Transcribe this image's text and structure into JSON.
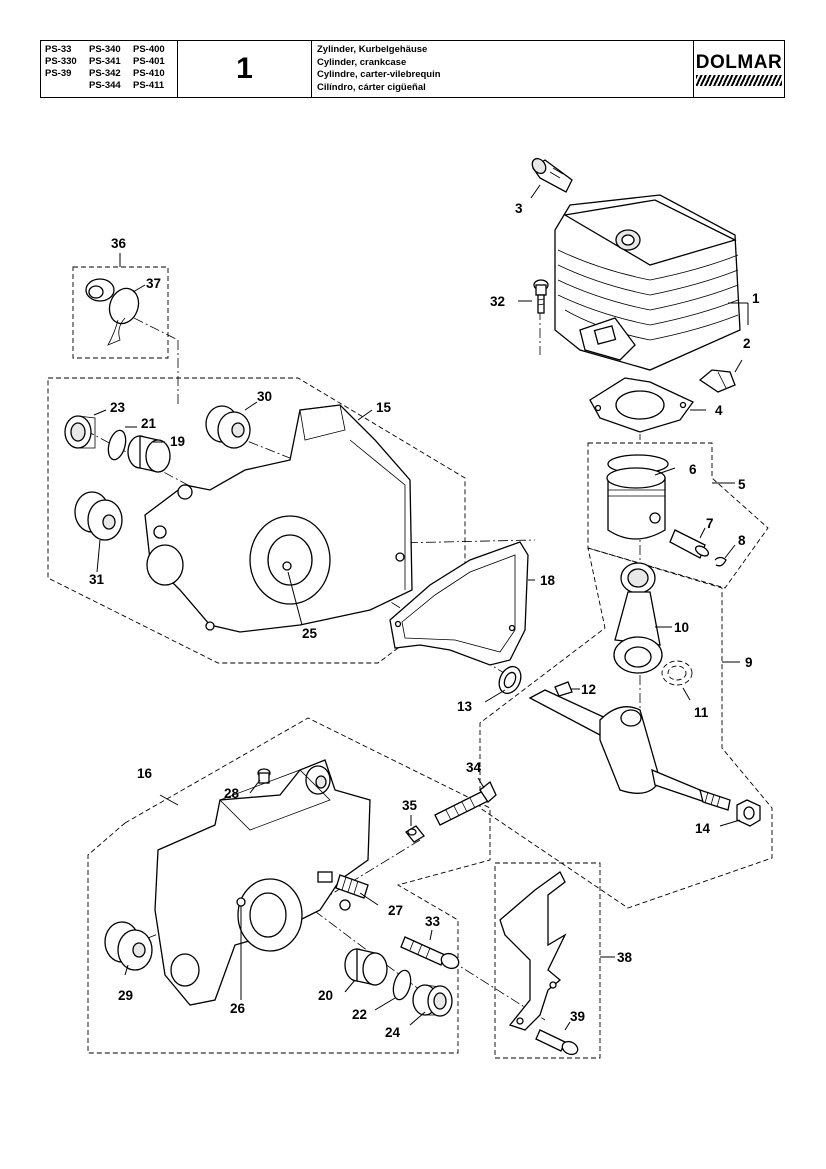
{
  "header": {
    "models": [
      [
        "PS-33",
        "PS-340",
        "PS-400"
      ],
      [
        "PS-330",
        "PS-341",
        "PS-401"
      ],
      [
        "PS-39",
        "PS-342",
        "PS-410"
      ],
      [
        "",
        "PS-344",
        "PS-411"
      ]
    ],
    "page_number": "1",
    "titles": [
      "Zylinder, Kurbelgehäuse",
      "Cylinder, crankcase",
      "Cylindre, carter-vilebrequin",
      "Cilíndro, cárter cigüeñal"
    ],
    "brand": "DOLMAR"
  },
  "callouts": [
    "1",
    "2",
    "3",
    "4",
    "5",
    "6",
    "7",
    "8",
    "9",
    "10",
    "11",
    "12",
    "13",
    "14",
    "15",
    "16",
    "18",
    "19",
    "20",
    "21",
    "22",
    "23",
    "24",
    "25",
    "26",
    "27",
    "28",
    "29",
    "30",
    "31",
    "32",
    "33",
    "34",
    "35",
    "36",
    "37",
    "38",
    "39"
  ]
}
